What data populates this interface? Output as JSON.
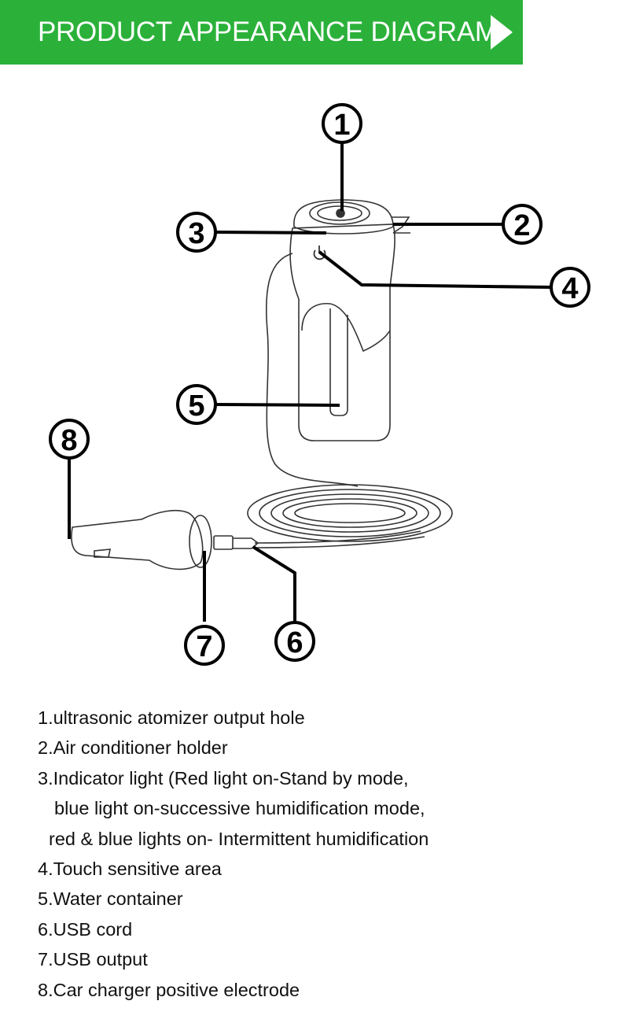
{
  "header": {
    "title": "PRODUCT APPEARANCE DIAGRAM",
    "accent_color": "#2bb13a",
    "arrow_icon": "play-arrow-icon"
  },
  "callouts": [
    "1",
    "2",
    "3",
    "4",
    "5",
    "6",
    "7",
    "8"
  ],
  "legend": [
    "1.ultrasonic atomizer output hole",
    "2.Air conditioner holder",
    "3.Indicator light (Red light on-Stand by mode,",
    "blue light on-successive humidification mode,",
    "red & blue lights on- Intermittent humidification",
    "4.Touch sensitive area",
    "5.Water container",
    "6.USB cord",
    "7.USB output",
    "8.Car charger positive electrode"
  ]
}
